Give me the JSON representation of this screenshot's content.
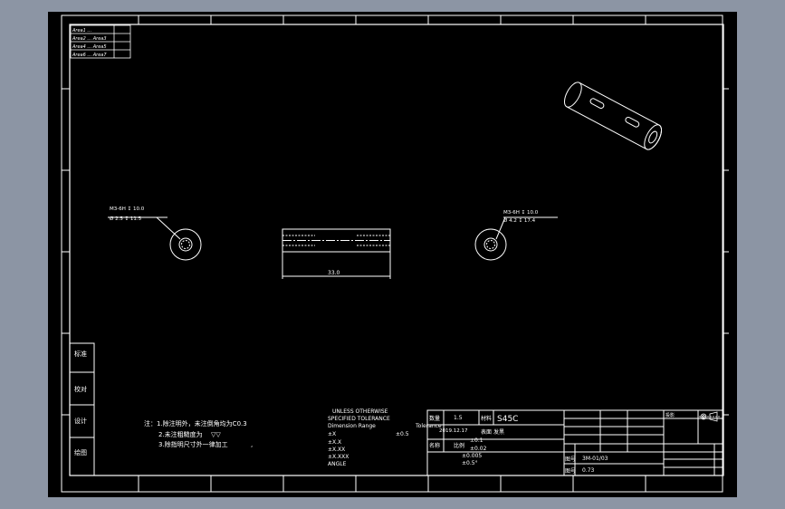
{
  "drawing": {
    "revision_table": {
      "rows": [
        "Area1 ...",
        "Area2 ... Area3",
        "Area4 ... Area5",
        "Area6 ... Area7"
      ]
    },
    "left_view": {
      "callout_1": "M3-6H  ↧ 10.0",
      "callout_2": "Ø 2.5  ↧ 11.5"
    },
    "right_view": {
      "callout_1": "M3-6H  ↧ 10.0",
      "callout_2": "Ø 4.2  ↧ 17.4"
    },
    "front_view": {
      "dimension": "33.0"
    },
    "side_labels": [
      "标准",
      "校对",
      "设计",
      "绘图"
    ],
    "notes": {
      "line1": "注：1.除注明外，未注倒角均为C0.3",
      "line2": "2.未注粗糙度为",
      "line2_symbol": "▽▽",
      "line3": "3.除指明尺寸外一律加工",
      "trailing": ","
    },
    "tolerance": {
      "heading1": "UNLESS OTHERWISE",
      "heading2": "SPECIFIED TOLERANCE",
      "dim_range": "Dimension Range",
      "tol_label": "Tolerance",
      "rows": [
        {
          "label": "±X",
          "value": "±0.5"
        },
        {
          "label": "±X.X",
          "value": "±0.1"
        },
        {
          "label": "±X.XX",
          "value": "±0.02"
        },
        {
          "label": "±X.XXX",
          "value": "±0.005"
        },
        {
          "label": "ANGLE",
          "value": "±0.5°"
        }
      ]
    },
    "title_block": {
      "qty_label": "数量",
      "qty_value": "1.5",
      "material_label": "材料",
      "material_value": "S45C",
      "date_value": "2019.12.17",
      "surface_label": "表面",
      "surface_value": "发黑",
      "name_label": "名称",
      "scale_label": "比例",
      "drawing_no_label": "图号",
      "drawing_no_value": "3M-01/03",
      "sheet_label": "图号",
      "sheet_value": "0.73",
      "projection_label": "投影"
    }
  }
}
